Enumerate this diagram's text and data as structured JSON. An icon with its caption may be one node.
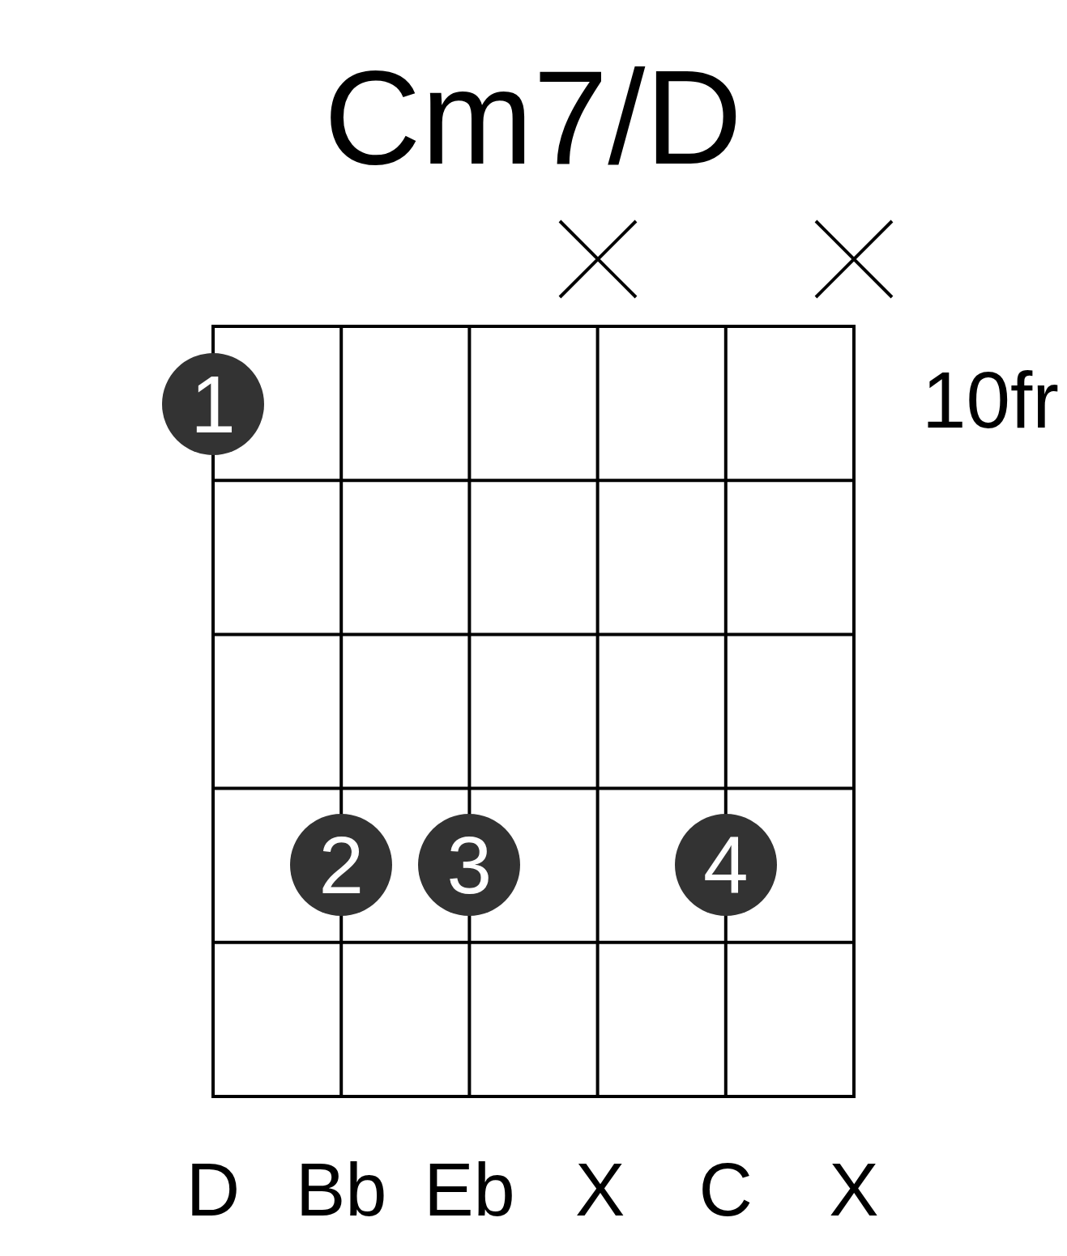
{
  "diagram": {
    "title": "Cm7/D",
    "nodes": [
      {
        "text": [
          "1"
        ]
      },
      {
        "text": [
          "2"
        ]
      },
      {
        "text": [
          "3"
        ]
      },
      {
        "text": [
          "4"
        ]
      }
    ],
    "edges": [],
    "labels": [
      "10fr",
      "D",
      "Bb",
      "Eb",
      "X",
      "C",
      "X"
    ]
  }
}
